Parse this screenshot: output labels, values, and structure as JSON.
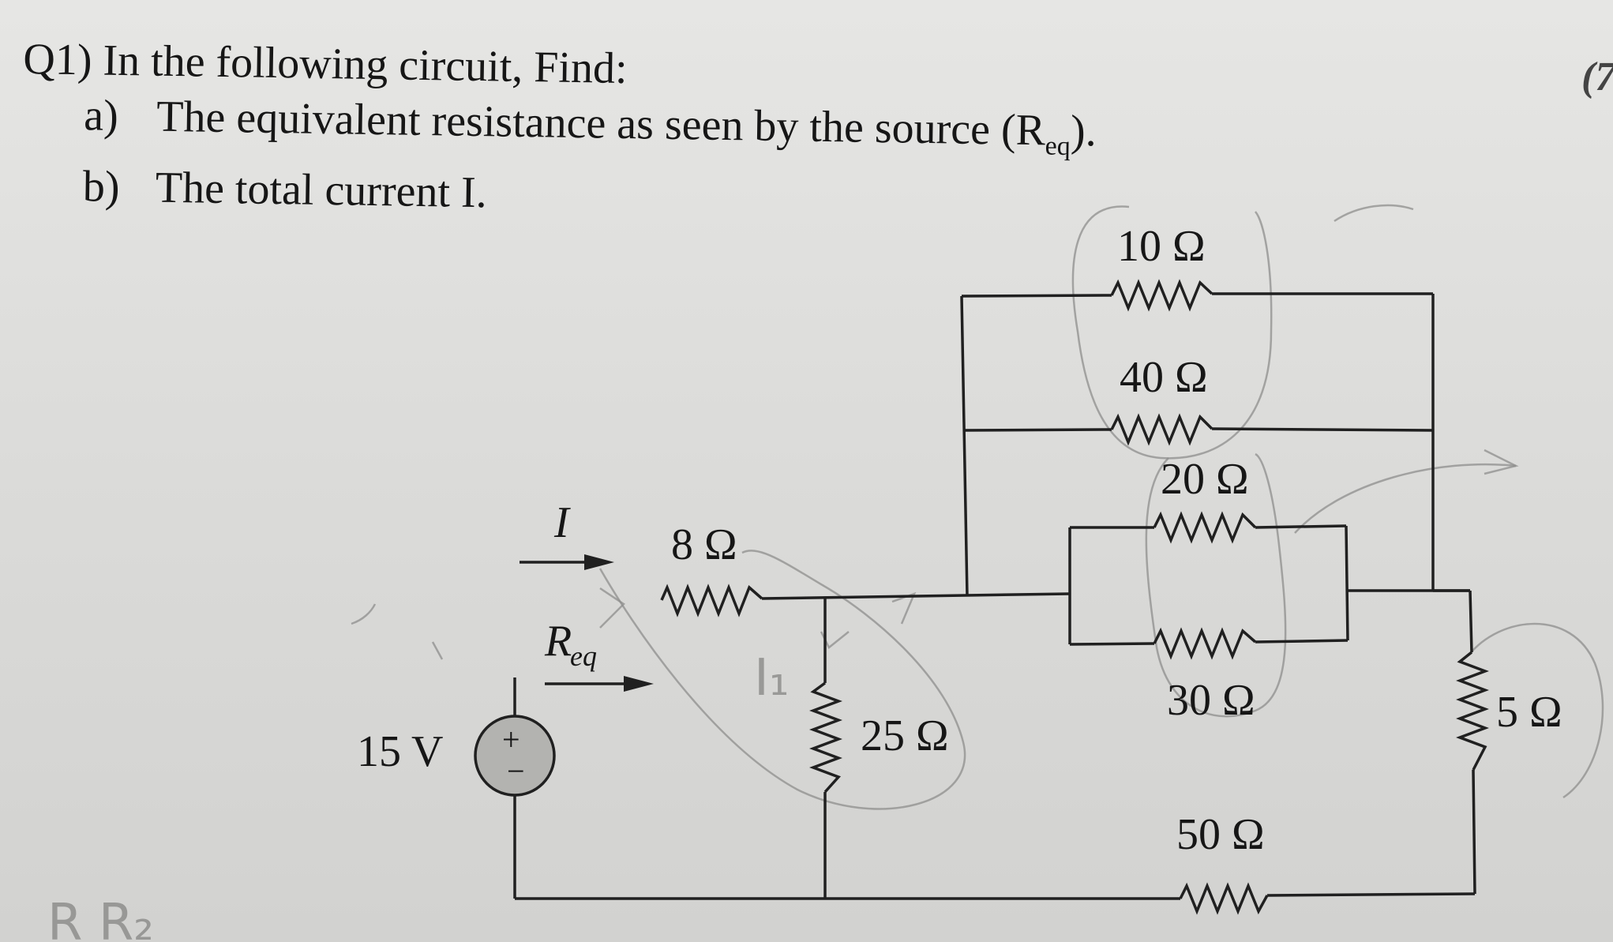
{
  "question": {
    "heading": "Q1) In the following circuit, Find:",
    "parts": [
      {
        "label": "a)",
        "text": "The equivalent resistance as seen by the source (R",
        "sub": "eq",
        "end": ")."
      },
      {
        "label": "b)",
        "text": "The total current I."
      }
    ],
    "marks": "(7"
  },
  "circuit": {
    "source": {
      "label": "15 V",
      "plus": "+",
      "minus": "−"
    },
    "current_label": "I",
    "req_label": "R",
    "req_sub": "eq",
    "resistors": {
      "r8": "8 Ω",
      "r25": "25 Ω",
      "r10": "10 Ω",
      "r40": "40 Ω",
      "r20": "20 Ω",
      "r30": "30 Ω",
      "r50": "50 Ω",
      "r5": "5 Ω"
    }
  },
  "annotations": {
    "bottom_left": "R R₂",
    "i1": "I₁"
  }
}
